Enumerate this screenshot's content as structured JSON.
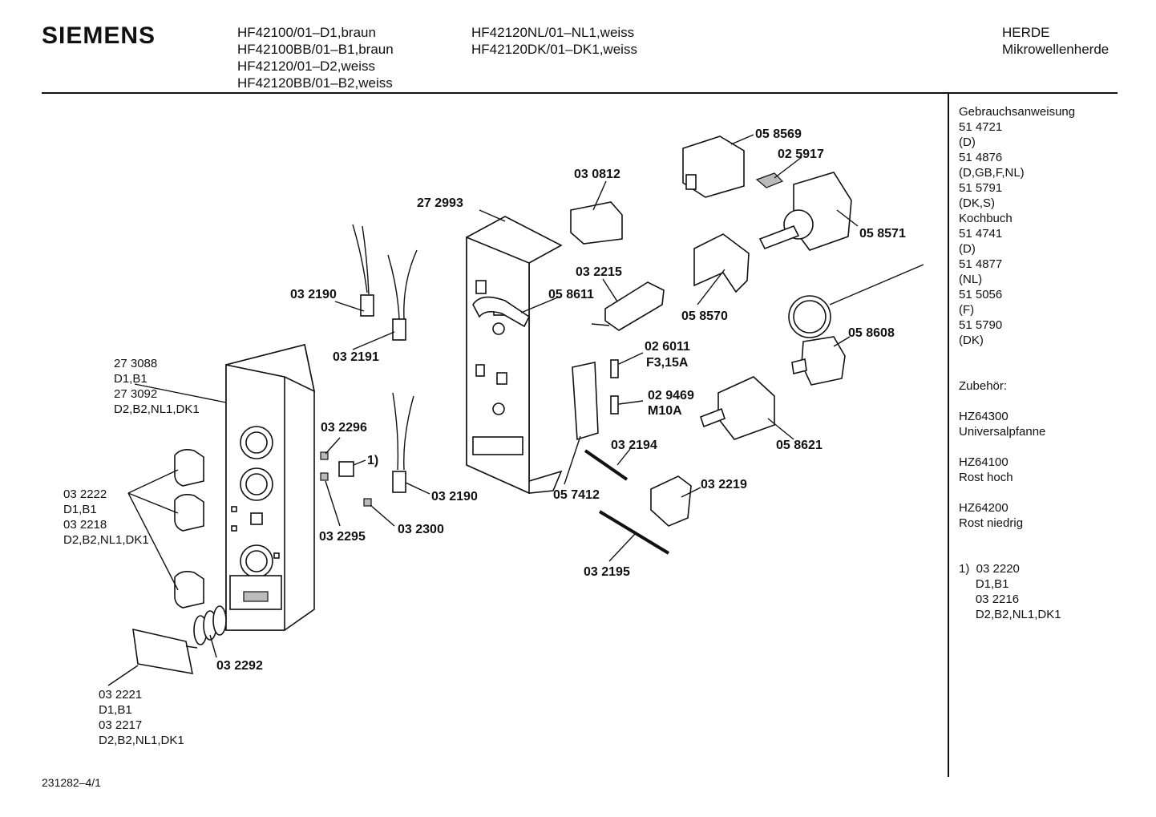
{
  "header": {
    "brand": "SIEMENS",
    "models_col1": [
      "HF42100/01–D1,braun",
      "HF42100BB/01–B1,braun",
      "HF42120/01–D2,weiss",
      "HF42120BB/01–B2,weiss"
    ],
    "models_col2": [
      "HF42120NL/01–NL1,weiss",
      "HF42120DK/01–DK1,weiss"
    ],
    "category": "HERDE",
    "subcategory": "Mikrowellenherde"
  },
  "sidebar": [
    "Gebrauchsanweisung",
    "51 4721",
    "(D)",
    "51 4876",
    "(D,GB,F,NL)",
    "51 5791",
    "(DK,S)",
    "Kochbuch",
    "51 4741",
    "(D)",
    "51 4877",
    "(NL)",
    "51 5056",
    "(F)",
    "51 5790",
    "(DK)",
    "",
    "",
    "Zubehör:",
    "",
    "HZ64300",
    "Universalpfanne",
    "",
    "HZ64100",
    "Rost hoch",
    "",
    "HZ64200",
    "Rost niedrig",
    "",
    "",
    "1)  03 2220",
    "     D1,B1",
    "     03 2216",
    "     D2,B2,NL1,DK1"
  ],
  "footer": "231282–4/1",
  "parts": {
    "p058569": "05 8569",
    "p025917": "02 5917",
    "p030812": "03 0812",
    "p272993": "27 2993",
    "p058571": "05 8571",
    "p032215": "03 2215",
    "p032190a": "03 2190",
    "p058611": "05 8611",
    "p058570": "05 8570",
    "p032191": "03 2191",
    "p058608": "05 8608",
    "p026011": "02 6011",
    "p026011b": "F3,15A",
    "p029469": "02 9469",
    "p029469b": "M10A",
    "p032296": "03 2296",
    "p_note1": "1)",
    "p058621": "05 8621",
    "p032194": "03 2194",
    "p032190b": "03 2190",
    "p057412": "05 7412",
    "p032219": "03 2219",
    "p032295": "03 2295",
    "p032300": "03 2300",
    "p032195": "03 2195",
    "p032292": "03 2292"
  },
  "labels": {
    "panel": [
      "27 3088",
      "D1,B1",
      "27 3092",
      "D2,B2,NL1,DK1"
    ],
    "knobs": [
      "03 2222",
      "D1,B1",
      "03 2218",
      "D2,B2,NL1,DK1"
    ],
    "button": [
      "03 2221",
      "D1,B1",
      "03 2217",
      "D2,B2,NL1,DK1"
    ]
  }
}
